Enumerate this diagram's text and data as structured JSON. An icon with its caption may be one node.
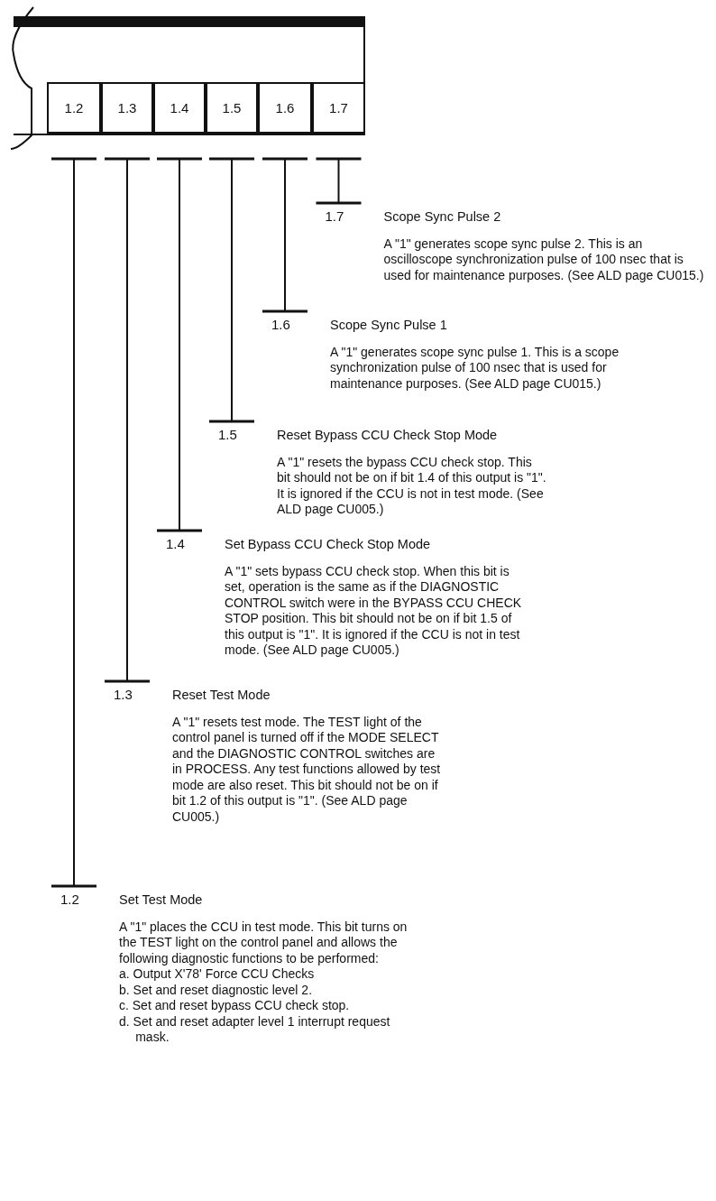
{
  "diagram": {
    "nodes": [
      {
        "text": [],
        "shape": "box"
      },
      {
        "text": [
          "1.2"
        ],
        "in": 0
      },
      {
        "text": [
          "1.3"
        ],
        "in": 0
      },
      {
        "text": [
          "1.4"
        ],
        "in": 0
      },
      {
        "text": [
          "1.5"
        ],
        "in": 0
      },
      {
        "text": [
          "1.6"
        ],
        "in": 0
      },
      {
        "text": [
          "1.7"
        ],
        "in": 0
      },
      {
        "text": [
          "1.7",
          "Scope Sync Pulse 2",
          "A \"1\" generates scope sync pulse 2. This is an oscilloscope synchronization pulse of 100 nsec that is used for maintenance purposes. (See ALD page CU015.)"
        ]
      },
      {
        "text": [
          "1.6",
          "Scope Sync Pulse 1",
          "A \"1\" generates scope sync pulse 1. This is a scope synchronization pulse of 100 nsec that is used for maintenance purposes. (See ALD page CU015.)"
        ]
      },
      {
        "text": [
          "1.5",
          "Reset Bypass CCU Check Stop Mode",
          "A \"1\" resets the bypass CCU check stop. This bit should not be on if bit 1.4 of this output is \"1\". It is ignored if the CCU is not in test mode. (See ALD page CU005.)"
        ]
      },
      {
        "text": [
          "1.4",
          "Set Bypass CCU Check Stop Mode",
          "A \"1\" sets bypass CCU check stop. When this bit is set, operation is the same as if the DIAGNOSTIC CONTROL switch were in the BYPASS CCU CHECK STOP position. This bit should not be on if bit 1.5 of this output is \"1\". It is ignored if the CCU is not in test mode. (See ALD page CU005.)"
        ]
      },
      {
        "text": [
          "1.3",
          "Reset Test Mode",
          "A \"1\" resets test mode. The TEST light of the control panel is turned off if the MODE SELECT and the DIAGNOSTIC CONTROL switches are in PROCESS. Any test functions allowed by test mode are also reset. This bit should not be on if bit 1.2 of this output is \"1\". (See ALD page CU005.)"
        ]
      },
      {
        "text": [
          "1.2",
          "Set Test Mode",
          "A \"1\" places the CCU in test mode. This bit turns on the TEST light on the control panel and allows the following diagnostic functions to be performed:",
          "a. Output X'78' Force CCU Checks",
          "b. Set and reset diagnostic level 2.",
          "c. Set and reset bypass CCU check stop.",
          "d. Set and reset adapter level 1 interrupt request mask."
        ]
      }
    ],
    "edges": [
      {
        "from": 6,
        "to": 7,
        "arrow": "other"
      },
      {
        "from": 5,
        "to": 8,
        "arrow": "other"
      },
      {
        "from": 4,
        "to": 9,
        "arrow": "other"
      },
      {
        "from": 3,
        "to": 10,
        "arrow": "other"
      },
      {
        "from": 2,
        "to": 11,
        "arrow": "other"
      },
      {
        "from": 1,
        "to": 12,
        "arrow": "other"
      }
    ]
  }
}
